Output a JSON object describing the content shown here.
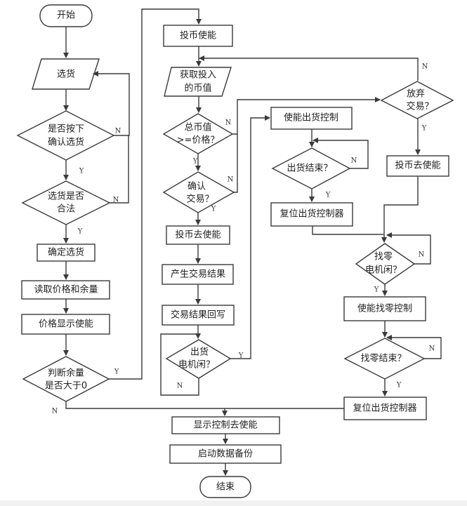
{
  "diagram": {
    "type": "flowchart",
    "nodes": {
      "start": "开始",
      "select_goods": "选货",
      "confirm_q1": "是否按下",
      "confirm_q2": "确认选货",
      "legal_q1": "选货是否",
      "legal_q2": "合法",
      "confirm_selection": "确定选货",
      "read_price": "读取价格和余量",
      "price_display": "价格显示使能",
      "stock_q1": "判断余量",
      "stock_q2": "是否大于0",
      "coin_enable": "投币使能",
      "get_coin_1": "获取投入",
      "get_coin_2": "的币值",
      "total_q1": "总币值",
      "total_q2": ">=价格？",
      "confirm_trade_1": "确认",
      "confirm_trade_2": "交易？",
      "coin_disable_mid": "投币去使能",
      "gen_result": "产生交易结果",
      "write_result": "交易结果回写",
      "motor_idle_1": "出货",
      "motor_idle_2": "电机闲？",
      "enable_dispense": "使能出货控制",
      "dispense_done": "出货结束？",
      "reset_dispense_1": "复位出货控制器",
      "abandon_1": "放弃",
      "abandon_2": "交易？",
      "coin_disable_right": "投币去使能",
      "change_idle_1": "找零",
      "change_idle_2": "电机闲？",
      "enable_change": "使能找零控制",
      "change_done": "找零结束？",
      "reset_dispense_2": "复位出货控制器",
      "display_disable": "显示控制去使能",
      "backup": "启动数据备份",
      "end": "结束"
    },
    "labels": {
      "yes": "Y",
      "no": "N"
    }
  }
}
